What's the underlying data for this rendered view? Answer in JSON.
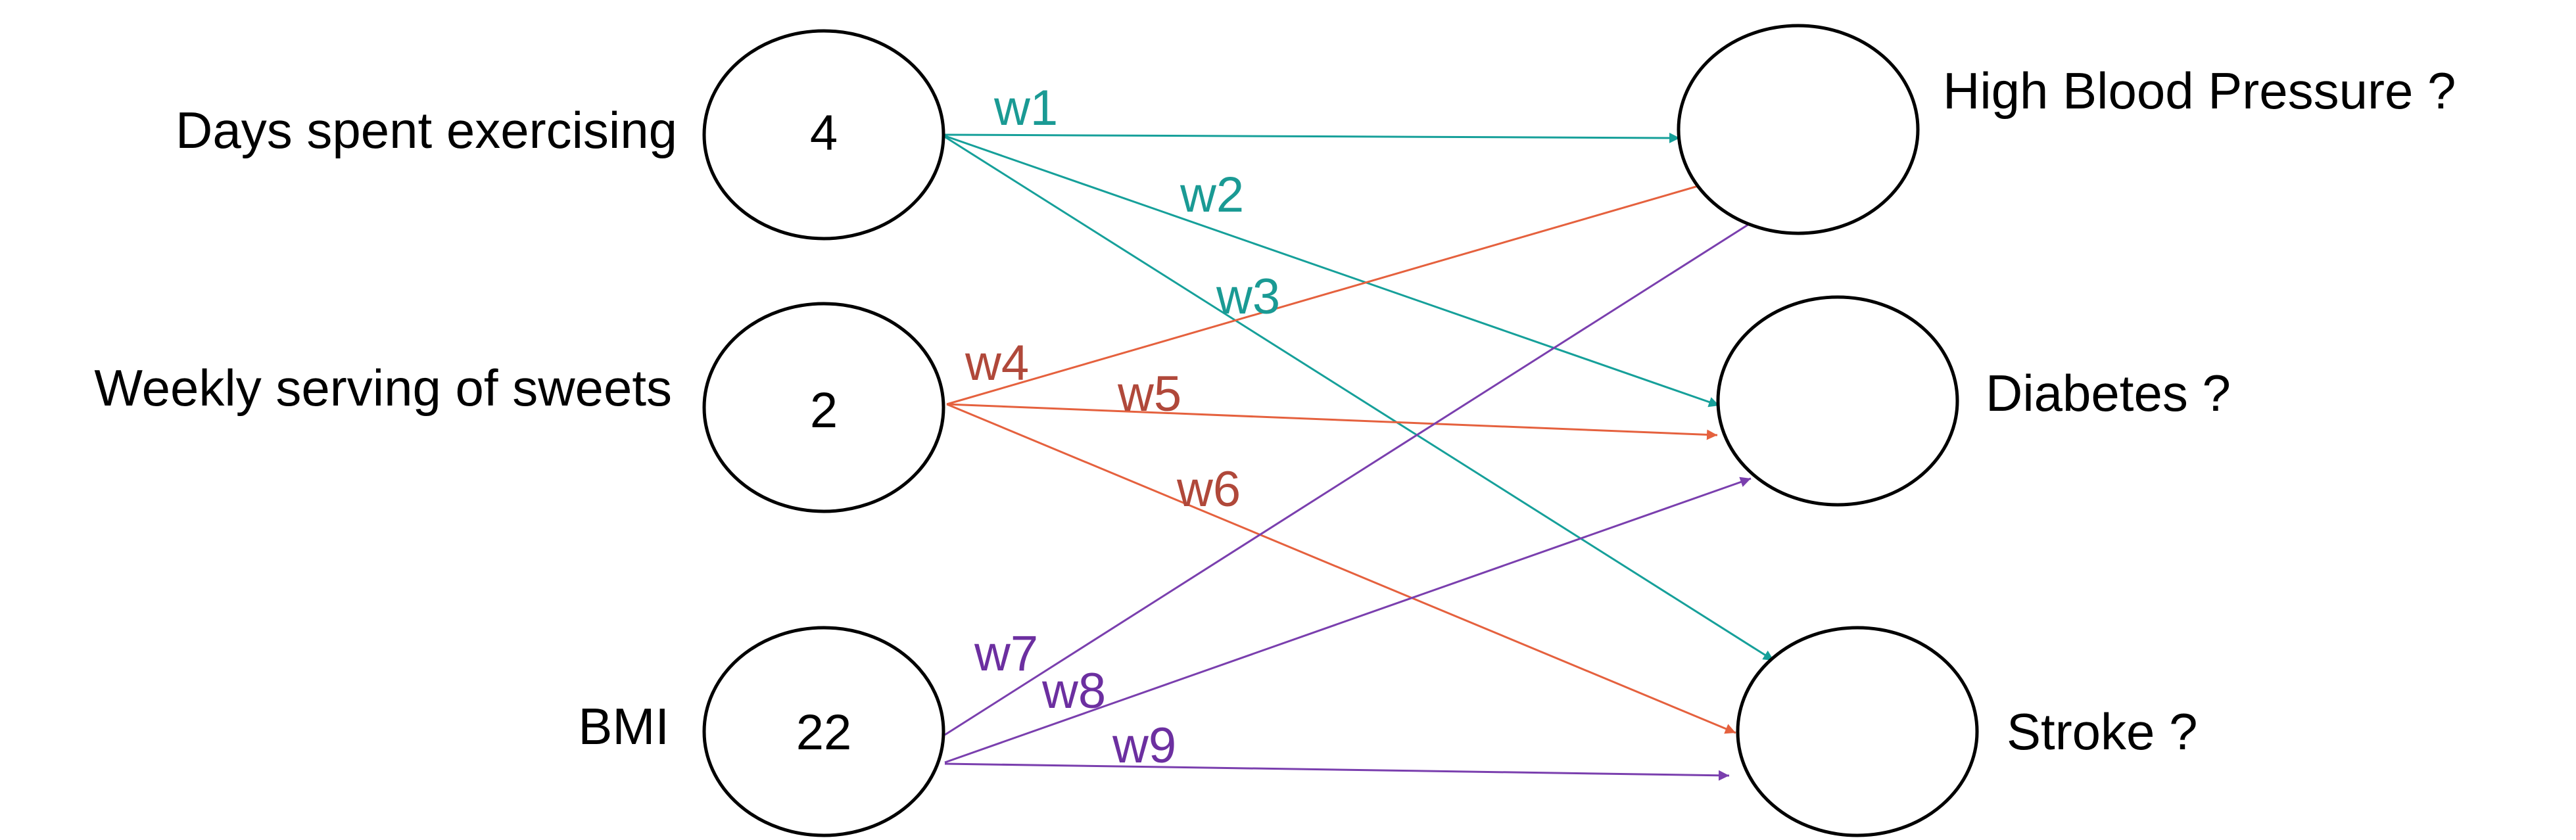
{
  "inputs": [
    {
      "label": "Days spent exercising",
      "value": "4"
    },
    {
      "label": "Weekly serving of sweets",
      "value": "2"
    },
    {
      "label": "BMI",
      "value": "22"
    }
  ],
  "outputs": [
    {
      "label": "High Blood Pressure ?"
    },
    {
      "label": "Diabetes ?"
    },
    {
      "label": "Stroke ?"
    }
  ],
  "weights": [
    "w1",
    "w2",
    "w3",
    "w4",
    "w5",
    "w6",
    "w7",
    "w8",
    "w9"
  ],
  "colors": {
    "input_1_edges": "#16a09a",
    "input_1_labels": "#1a9a94",
    "input_2_edges": "#e5613e",
    "input_2_labels": "#b0483a",
    "input_3_edges": "#7a3fae",
    "input_3_labels": "#6c2fa0"
  }
}
